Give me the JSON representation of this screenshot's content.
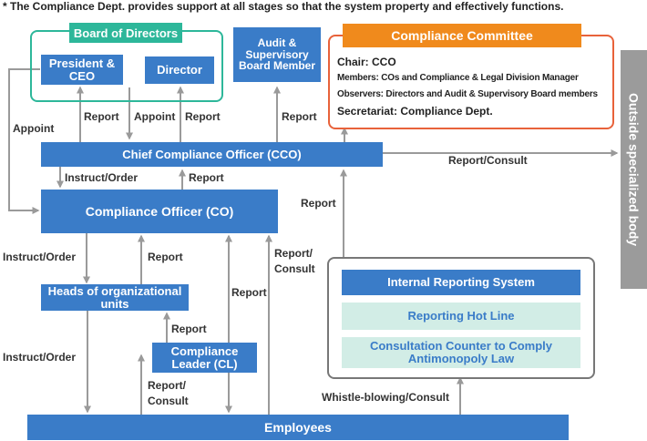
{
  "note": "* The Compliance Dept. provides support at all stages so that the system property and effectively functions.",
  "board": {
    "title": "Board of Directors",
    "president": "President & CEO",
    "director": "Director"
  },
  "audit_board": "Audit & Supervisory Board Member",
  "committee": {
    "title": "Compliance Committee",
    "chair": "Chair: CCO",
    "members": "Members: COs and Compliance & Legal Division Manager",
    "observers": "Observers: Directors and Audit & Supervisory Board members",
    "secretariat": "Secretariat: Compliance Dept."
  },
  "outside_body": "Outside specialized body",
  "cco": "Chief Compliance Officer (CCO)",
  "co": "Compliance Officer (CO)",
  "heads": "Heads of organizational units",
  "cl": "Compliance Leader (CL)",
  "employees": "Employees",
  "reporting": {
    "title": "Internal Reporting System",
    "hotline": "Reporting Hot Line",
    "counter": "Consultation Counter to Comply Antimonopoly Law"
  },
  "labels": {
    "appoint": "Appoint",
    "report": "Report",
    "instruct_order": "Instruct/Order",
    "report_consult": "Report/Consult",
    "report_slash": "Report/",
    "consult": "Consult",
    "whistle": "Whistle-blowing/Consult"
  },
  "colors": {
    "box_blue": "#3a7cc8",
    "board_green": "#2db79a",
    "committee_orange": "#f08a1c",
    "mint": "#d2ede6",
    "arrow_gray": "#9a9a9a",
    "outside_gray": "#9b9b9b"
  }
}
